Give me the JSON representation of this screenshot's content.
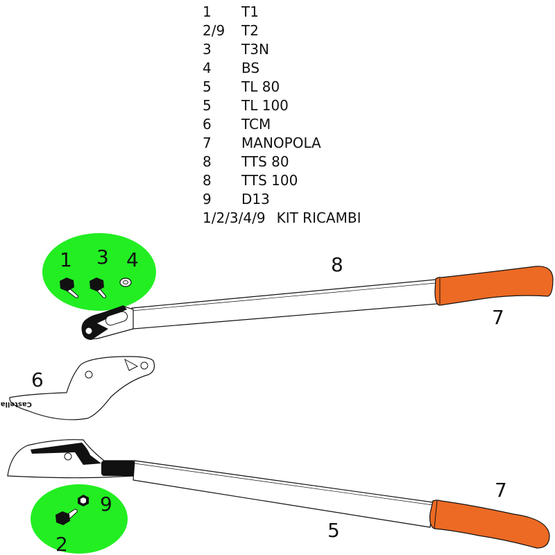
{
  "parts": [
    {
      "num": "1",
      "code": "T1"
    },
    {
      "num": "2/9",
      "code": "T2"
    },
    {
      "num": "3",
      "code": "T3N"
    },
    {
      "num": "4",
      "code": "BS"
    },
    {
      "num": "5",
      "code": "TL 80"
    },
    {
      "num": "5",
      "code": "TL 100"
    },
    {
      "num": "6",
      "code": "TCM"
    },
    {
      "num": "7",
      "code": "MANOPOLA"
    },
    {
      "num": "8",
      "code": "TTS 80"
    },
    {
      "num": "8",
      "code": "TTS 100"
    },
    {
      "num": "9",
      "code": "D13"
    }
  ],
  "kit": {
    "num": "1/2/3/4/9",
    "code": "KIT RICAMBI"
  },
  "callouts": {
    "c1": "1",
    "c3": "3",
    "c4": "4",
    "c8": "8",
    "c7_top": "7",
    "c6": "6",
    "c7_bottom": "7",
    "c9": "9",
    "c2": "2",
    "c5": "5"
  },
  "blade_brand": "Castellari",
  "colors": {
    "highlight": "#22ee22",
    "grip": "#ec6a24",
    "ink": "#111111"
  }
}
